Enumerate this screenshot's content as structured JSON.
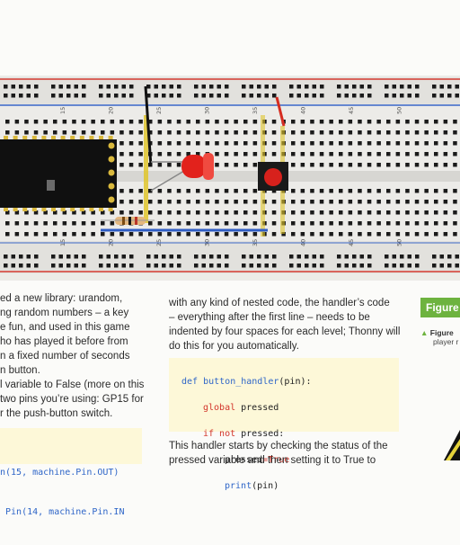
{
  "breadboard": {
    "top_numbers": [
      "15",
      "20",
      "25",
      "30",
      "35",
      "40",
      "45",
      "50"
    ],
    "bottom_numbers": [
      "15",
      "20",
      "25",
      "30",
      "35",
      "40",
      "45",
      "50"
    ],
    "rail_color_red": "#d63a33",
    "rail_color_blue": "#3a66c8",
    "board_color": "#ececea"
  },
  "left_column": {
    "lines": [
      "ed a new library: urandom,",
      "ng random numbers – a key",
      "e fun, and used in this game",
      "ho has played it before from",
      "n a fixed number of seconds",
      "n button.",
      "l variable to False (more on this",
      "two pins you’re using: GP15 for",
      "r the push-button switch."
    ],
    "code_lines": [
      "n(15, machine.Pin.OUT)",
      " Pin(14, machine.Pin.IN"
    ]
  },
  "middle_column": {
    "lines": [
      "with any kind of nested code, the handler’s code",
      "– everything after the first line – needs to be",
      "indented by four spaces for each level; Thonny will",
      "do this for you automatically."
    ],
    "code": {
      "line1_kw": "def ",
      "line1_fn": "button_handler",
      "line1_rest": "(pin):",
      "line2_kw": "global",
      "line2_rest": " pressed",
      "line3_kw": "if not",
      "line3_rest": " pressed:",
      "line4_a": "pressed",
      "line4_op": "=",
      "line4_b": "True",
      "line5_fn": "print",
      "line5_rest": "(pin)"
    },
    "after_lines": [
      "This handler starts by checking the status of the",
      "pressed variable and then setting it to True to"
    ]
  },
  "right_column": {
    "figure_label": "Figure",
    "caption_bold": "Figure",
    "caption_lines": [
      "player r"
    ]
  }
}
